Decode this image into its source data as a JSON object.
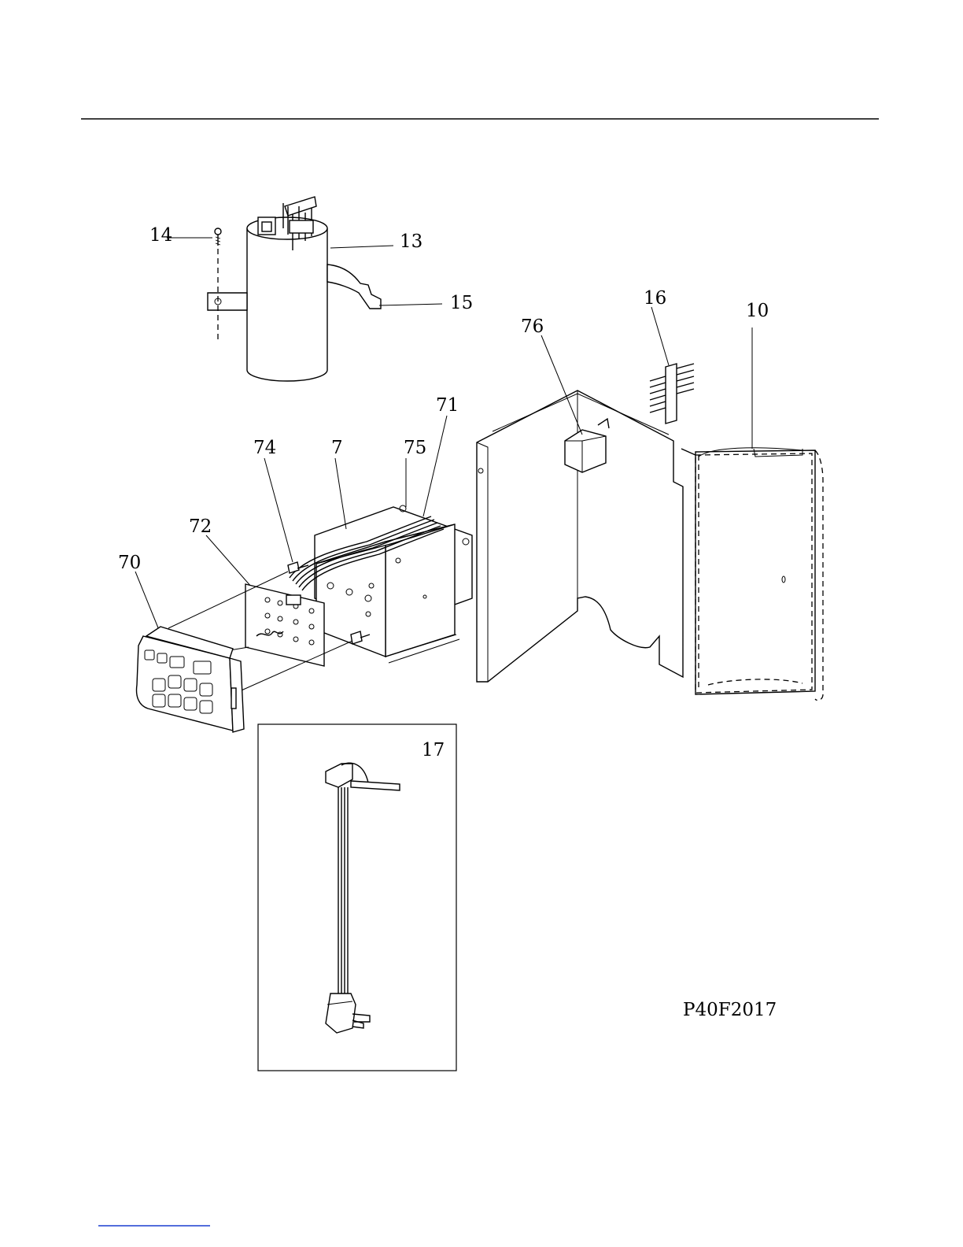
{
  "callouts": {
    "c14": "14",
    "c13": "13",
    "c15": "15",
    "c16": "16",
    "c10": "10",
    "c76": "76",
    "c71": "71",
    "c74": "74",
    "c7": "7",
    "c75": "75",
    "c72": "72",
    "c70": "70",
    "c17": "17"
  },
  "drawing_code": "P40F2017"
}
